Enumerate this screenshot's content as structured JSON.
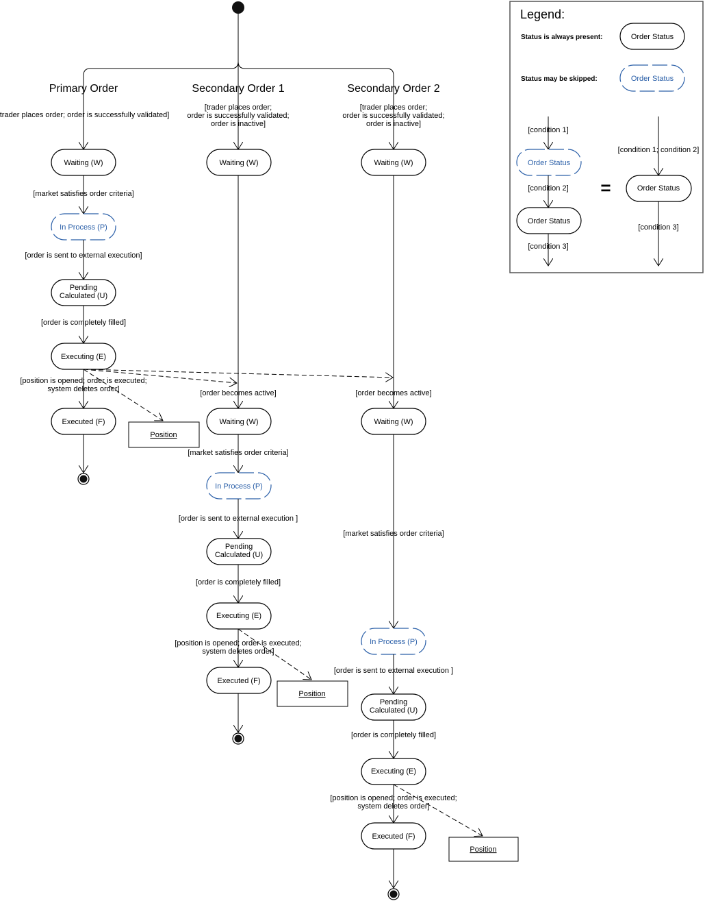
{
  "columns": [
    {
      "heading": "Primary Order",
      "start_label": "[trader places order; order is successfully validated]",
      "states": [
        {
          "id": "w",
          "label": "Waiting (W)",
          "skip": false
        },
        {
          "id": "p",
          "label": "In Process (P)",
          "skip": true
        },
        {
          "id": "u",
          "label": "Pending\nCalculated (U)",
          "skip": false
        },
        {
          "id": "e",
          "label": "Executing (E)",
          "skip": false
        },
        {
          "id": "f",
          "label": "Executed (F)",
          "skip": false
        }
      ],
      "transitions": [
        "[market satisfies order criteria]",
        "[order is sent to external execution]",
        "[order is completely filled]",
        "[position is opened; order is executed;\nsystem deletes order]"
      ],
      "position_label": "Position"
    },
    {
      "heading": "Secondary Order 1",
      "start_label": "[trader places order;\norder is successfully validated;\norder is inactive]",
      "states": [
        {
          "id": "w1",
          "label": "Waiting (W)",
          "skip": false
        },
        {
          "id": "w2",
          "label": "Waiting (W)",
          "skip": false
        },
        {
          "id": "p",
          "label": "In Process (P)",
          "skip": true
        },
        {
          "id": "u",
          "label": "Pending\nCalculated (U)",
          "skip": false
        },
        {
          "id": "e",
          "label": "Executing (E)",
          "skip": false
        },
        {
          "id": "f",
          "label": "Executed (F)",
          "skip": false
        }
      ],
      "transitions": [
        "[order  becomes active]",
        "[market satisfies order criteria]",
        "[order is sent to external execution ]",
        "[order is completely filled]",
        "[position is opened; order is executed;\nsystem deletes order]"
      ],
      "position_label": "Position"
    },
    {
      "heading": "Secondary Order 2",
      "start_label": "[trader places order;\norder is successfully validated;\norder is inactive]",
      "states": [
        {
          "id": "w1",
          "label": "Waiting (W)",
          "skip": false
        },
        {
          "id": "w2",
          "label": "Waiting (W)",
          "skip": false
        },
        {
          "id": "p",
          "label": "In Process (P)",
          "skip": true
        },
        {
          "id": "u",
          "label": "Pending\nCalculated (U)",
          "skip": false
        },
        {
          "id": "e",
          "label": "Executing (E)",
          "skip": false
        },
        {
          "id": "f",
          "label": "Executed (F)",
          "skip": false
        }
      ],
      "transitions": [
        "[order  becomes active]",
        "[market satisfies order criteria]",
        "[order is sent to external execution ]",
        "[order is completely filled]",
        "[position is opened; order is executed;\nsystem deletes order]"
      ],
      "position_label": "Position"
    }
  ],
  "legend": {
    "title": "Legend:",
    "always_present": "Status is always present:",
    "may_be_skipped": "Status may be skipped:",
    "status_label": "Order Status",
    "condition1": "[condition 1]",
    "condition2": "[condition 2]",
    "condition3": "[condition 3]",
    "condition12": "[condition 1; condition 2]",
    "equals": "="
  }
}
